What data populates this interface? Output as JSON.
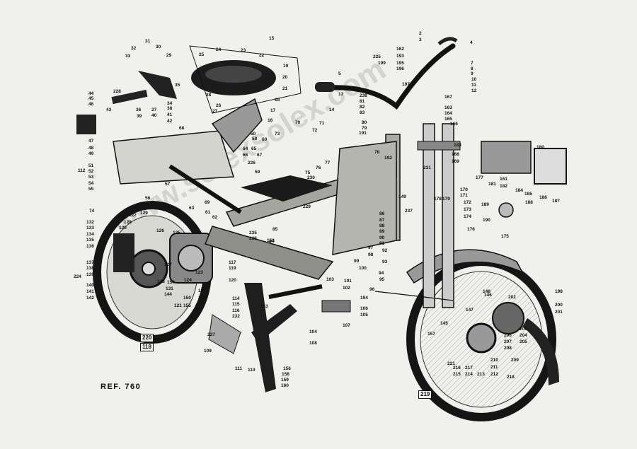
{
  "reference": "REF. 760",
  "watermark": "www.solexsolex.com",
  "boxed_labels": [
    "220",
    "118",
    "219"
  ],
  "part_numbers": [
    {
      "id": "n-2",
      "text": "2"
    },
    {
      "id": "n-3",
      "text": "3"
    },
    {
      "id": "n-4",
      "text": "4"
    },
    {
      "id": "n-5",
      "text": "5"
    },
    {
      "id": "n-7",
      "text": "7"
    },
    {
      "id": "n-8",
      "text": "8"
    },
    {
      "id": "n-9",
      "text": "9"
    },
    {
      "id": "n-10",
      "text": "10"
    },
    {
      "id": "n-11",
      "text": "11"
    },
    {
      "id": "n-12",
      "text": "12"
    },
    {
      "id": "n-13",
      "text": "13"
    },
    {
      "id": "n-14",
      "text": "14"
    },
    {
      "id": "n-15",
      "text": "15"
    },
    {
      "id": "n-16",
      "text": "16"
    },
    {
      "id": "n-17",
      "text": "17"
    },
    {
      "id": "n-18",
      "text": "18"
    },
    {
      "id": "n-19",
      "text": "19"
    },
    {
      "id": "n-20",
      "text": "20"
    },
    {
      "id": "n-21",
      "text": "21"
    },
    {
      "id": "n-22",
      "text": "22"
    },
    {
      "id": "n-23",
      "text": "23"
    },
    {
      "id": "n-24",
      "text": "24"
    },
    {
      "id": "n-25",
      "text": "25"
    },
    {
      "id": "n-26",
      "text": "26"
    },
    {
      "id": "n-27",
      "text": "27"
    },
    {
      "id": "n-28",
      "text": "28"
    },
    {
      "id": "n-29",
      "text": "29"
    },
    {
      "id": "n-30",
      "text": "30"
    },
    {
      "id": "n-31",
      "text": "31"
    },
    {
      "id": "n-32",
      "text": "32"
    },
    {
      "id": "n-33",
      "text": "33"
    },
    {
      "id": "n-34",
      "text": "34"
    },
    {
      "id": "n-35",
      "text": "35"
    },
    {
      "id": "n-36",
      "text": "36"
    },
    {
      "id": "n-37",
      "text": "37"
    },
    {
      "id": "n-38",
      "text": "38"
    },
    {
      "id": "n-39",
      "text": "39"
    },
    {
      "id": "n-40",
      "text": "40"
    },
    {
      "id": "n-41",
      "text": "41"
    },
    {
      "id": "n-42",
      "text": "42"
    },
    {
      "id": "n-43",
      "text": "43"
    },
    {
      "id": "n-44",
      "text": "44"
    },
    {
      "id": "n-45",
      "text": "45"
    },
    {
      "id": "n-46",
      "text": "46"
    },
    {
      "id": "n-47",
      "text": "47"
    },
    {
      "id": "n-48",
      "text": "48"
    },
    {
      "id": "n-49",
      "text": "49"
    },
    {
      "id": "n-50",
      "text": "50"
    },
    {
      "id": "n-51",
      "text": "51"
    },
    {
      "id": "n-52",
      "text": "52"
    },
    {
      "id": "n-53",
      "text": "53"
    },
    {
      "id": "n-54",
      "text": "54"
    },
    {
      "id": "n-55",
      "text": "55"
    },
    {
      "id": "n-56",
      "text": "56"
    },
    {
      "id": "n-57",
      "text": "57"
    },
    {
      "id": "n-58",
      "text": "58"
    },
    {
      "id": "n-59",
      "text": "59"
    },
    {
      "id": "n-60",
      "text": "60"
    },
    {
      "id": "n-61",
      "text": "61"
    },
    {
      "id": "n-62",
      "text": "62"
    },
    {
      "id": "n-63",
      "text": "63"
    },
    {
      "id": "n-64",
      "text": "64"
    },
    {
      "id": "n-65",
      "text": "65"
    },
    {
      "id": "n-66",
      "text": "66"
    },
    {
      "id": "n-67",
      "text": "67"
    },
    {
      "id": "n-68",
      "text": "68"
    },
    {
      "id": "n-69",
      "text": "69"
    },
    {
      "id": "n-70",
      "text": "70"
    },
    {
      "id": "n-71",
      "text": "71"
    },
    {
      "id": "n-72",
      "text": "72"
    },
    {
      "id": "n-73",
      "text": "73"
    },
    {
      "id": "n-74",
      "text": "74"
    },
    {
      "id": "n-75",
      "text": "75"
    },
    {
      "id": "n-76",
      "text": "76"
    },
    {
      "id": "n-77",
      "text": "77"
    },
    {
      "id": "n-78",
      "text": "78"
    },
    {
      "id": "n-79",
      "text": "79"
    },
    {
      "id": "n-80",
      "text": "80"
    },
    {
      "id": "n-81",
      "text": "81"
    },
    {
      "id": "n-82",
      "text": "82"
    },
    {
      "id": "n-83",
      "text": "83"
    },
    {
      "id": "n-84",
      "text": "84"
    },
    {
      "id": "n-85",
      "text": "85"
    },
    {
      "id": "n-86",
      "text": "86"
    },
    {
      "id": "n-87",
      "text": "87"
    },
    {
      "id": "n-88",
      "text": "88"
    },
    {
      "id": "n-89",
      "text": "89"
    },
    {
      "id": "n-90",
      "text": "90"
    },
    {
      "id": "n-91",
      "text": "91"
    },
    {
      "id": "n-92",
      "text": "92"
    },
    {
      "id": "n-93",
      "text": "93"
    },
    {
      "id": "n-94",
      "text": "94"
    },
    {
      "id": "n-95",
      "text": "95"
    },
    {
      "id": "n-96",
      "text": "96"
    },
    {
      "id": "n-97",
      "text": "97"
    },
    {
      "id": "n-98",
      "text": "98"
    },
    {
      "id": "n-99",
      "text": "99"
    },
    {
      "id": "n-100",
      "text": "100"
    },
    {
      "id": "n-101",
      "text": "101"
    },
    {
      "id": "n-102",
      "text": "102"
    },
    {
      "id": "n-103",
      "text": "103"
    },
    {
      "id": "n-104",
      "text": "104"
    },
    {
      "id": "n-105",
      "text": "105"
    },
    {
      "id": "n-106",
      "text": "106"
    },
    {
      "id": "n-107",
      "text": "107"
    },
    {
      "id": "n-108",
      "text": "108"
    },
    {
      "id": "n-109",
      "text": "109"
    },
    {
      "id": "n-110",
      "text": "110"
    },
    {
      "id": "n-111",
      "text": "111"
    },
    {
      "id": "n-112",
      "text": "112"
    },
    {
      "id": "n-113",
      "text": "113"
    },
    {
      "id": "n-114",
      "text": "114"
    },
    {
      "id": "n-115",
      "text": "115"
    },
    {
      "id": "n-116",
      "text": "116"
    },
    {
      "id": "n-117",
      "text": "117"
    },
    {
      "id": "n-119",
      "text": "119"
    },
    {
      "id": "n-120",
      "text": "120"
    },
    {
      "id": "n-121",
      "text": "121"
    },
    {
      "id": "n-122",
      "text": "122"
    },
    {
      "id": "n-123",
      "text": "123"
    },
    {
      "id": "n-124",
      "text": "124"
    },
    {
      "id": "n-125",
      "text": "125"
    },
    {
      "id": "n-126",
      "text": "126"
    },
    {
      "id": "n-127",
      "text": "127"
    },
    {
      "id": "n-128",
      "text": "128"
    },
    {
      "id": "n-129",
      "text": "129"
    },
    {
      "id": "n-130",
      "text": "130"
    },
    {
      "id": "n-131",
      "text": "131"
    },
    {
      "id": "n-132",
      "text": "132"
    },
    {
      "id": "n-133",
      "text": "133"
    },
    {
      "id": "n-134",
      "text": "134"
    },
    {
      "id": "n-135",
      "text": "135"
    },
    {
      "id": "n-136",
      "text": "136"
    },
    {
      "id": "n-137",
      "text": "137"
    },
    {
      "id": "n-138",
      "text": "138"
    },
    {
      "id": "n-139",
      "text": "139"
    },
    {
      "id": "n-140",
      "text": "140"
    },
    {
      "id": "n-141",
      "text": "141"
    },
    {
      "id": "n-142",
      "text": "142"
    },
    {
      "id": "n-143",
      "text": "143"
    },
    {
      "id": "n-144",
      "text": "144"
    },
    {
      "id": "n-145",
      "text": "145"
    },
    {
      "id": "n-146",
      "text": "146"
    },
    {
      "id": "n-147",
      "text": "147"
    },
    {
      "id": "n-148",
      "text": "148"
    },
    {
      "id": "n-149",
      "text": "149"
    },
    {
      "id": "n-150",
      "text": "150"
    },
    {
      "id": "n-151",
      "text": "151"
    },
    {
      "id": "n-152",
      "text": "152"
    },
    {
      "id": "n-153",
      "text": "153"
    },
    {
      "id": "n-154",
      "text": "154"
    },
    {
      "id": "n-155",
      "text": "155"
    },
    {
      "id": "n-156",
      "text": "156"
    },
    {
      "id": "n-157",
      "text": "157"
    },
    {
      "id": "n-158",
      "text": "158"
    },
    {
      "id": "n-159",
      "text": "159"
    },
    {
      "id": "n-160",
      "text": "160"
    },
    {
      "id": "n-161",
      "text": "161"
    },
    {
      "id": "n-162",
      "text": "162"
    },
    {
      "id": "n-163",
      "text": "163"
    },
    {
      "id": "n-164",
      "text": "164"
    },
    {
      "id": "n-165",
      "text": "165"
    },
    {
      "id": "n-166",
      "text": "166"
    },
    {
      "id": "n-167",
      "text": "167"
    },
    {
      "id": "n-168",
      "text": "168"
    },
    {
      "id": "n-169",
      "text": "169"
    },
    {
      "id": "n-170",
      "text": "170"
    },
    {
      "id": "n-171",
      "text": "171"
    },
    {
      "id": "n-172",
      "text": "172"
    },
    {
      "id": "n-173",
      "text": "173"
    },
    {
      "id": "n-174",
      "text": "174"
    },
    {
      "id": "n-175",
      "text": "175"
    },
    {
      "id": "n-176",
      "text": "176"
    },
    {
      "id": "n-177",
      "text": "177"
    },
    {
      "id": "n-178",
      "text": "178"
    },
    {
      "id": "n-179",
      "text": "179"
    },
    {
      "id": "n-180",
      "text": "180"
    },
    {
      "id": "n-181",
      "text": "181"
    },
    {
      "id": "n-182",
      "text": "182"
    },
    {
      "id": "n-183",
      "text": "183"
    },
    {
      "id": "n-184",
      "text": "184"
    },
    {
      "id": "n-185",
      "text": "185"
    },
    {
      "id": "n-186",
      "text": "186"
    },
    {
      "id": "n-187",
      "text": "187"
    },
    {
      "id": "n-188",
      "text": "188"
    },
    {
      "id": "n-189",
      "text": "189"
    },
    {
      "id": "n-190",
      "text": "190"
    },
    {
      "id": "n-191",
      "text": "191"
    },
    {
      "id": "n-192",
      "text": "192"
    },
    {
      "id": "n-193",
      "text": "193"
    },
    {
      "id": "n-194",
      "text": "194"
    },
    {
      "id": "n-195",
      "text": "195"
    },
    {
      "id": "n-196",
      "text": "196"
    },
    {
      "id": "n-197",
      "text": "197"
    },
    {
      "id": "n-198",
      "text": "198"
    },
    {
      "id": "n-199",
      "text": "199"
    },
    {
      "id": "n-200",
      "text": "200"
    },
    {
      "id": "n-201",
      "text": "201"
    },
    {
      "id": "n-202",
      "text": "202"
    },
    {
      "id": "n-203",
      "text": "203"
    },
    {
      "id": "n-204",
      "text": "204"
    },
    {
      "id": "n-205",
      "text": "205"
    },
    {
      "id": "n-206",
      "text": "206"
    },
    {
      "id": "n-207",
      "text": "207"
    },
    {
      "id": "n-208",
      "text": "208"
    },
    {
      "id": "n-209",
      "text": "209"
    },
    {
      "id": "n-210",
      "text": "210"
    },
    {
      "id": "n-211",
      "text": "211"
    },
    {
      "id": "n-212",
      "text": "212"
    },
    {
      "id": "n-213",
      "text": "213"
    },
    {
      "id": "n-214",
      "text": "214"
    },
    {
      "id": "n-215",
      "text": "215"
    },
    {
      "id": "n-216",
      "text": "216"
    },
    {
      "id": "n-217",
      "text": "217"
    },
    {
      "id": "n-218",
      "text": "218"
    },
    {
      "id": "n-221",
      "text": "221"
    },
    {
      "id": "n-224",
      "text": "224"
    },
    {
      "id": "n-225",
      "text": "225"
    },
    {
      "id": "n-226",
      "text": "226"
    },
    {
      "id": "n-227",
      "text": "227"
    },
    {
      "id": "n-228",
      "text": "228"
    },
    {
      "id": "n-229",
      "text": "229"
    },
    {
      "id": "n-230",
      "text": "230"
    },
    {
      "id": "n-231",
      "text": "231"
    },
    {
      "id": "n-232",
      "text": "232"
    },
    {
      "id": "n-235",
      "text": "235"
    },
    {
      "id": "n-236",
      "text": "236"
    },
    {
      "id": "n-237",
      "text": "237"
    },
    {
      "id": "n-238",
      "text": "238"
    }
  ]
}
